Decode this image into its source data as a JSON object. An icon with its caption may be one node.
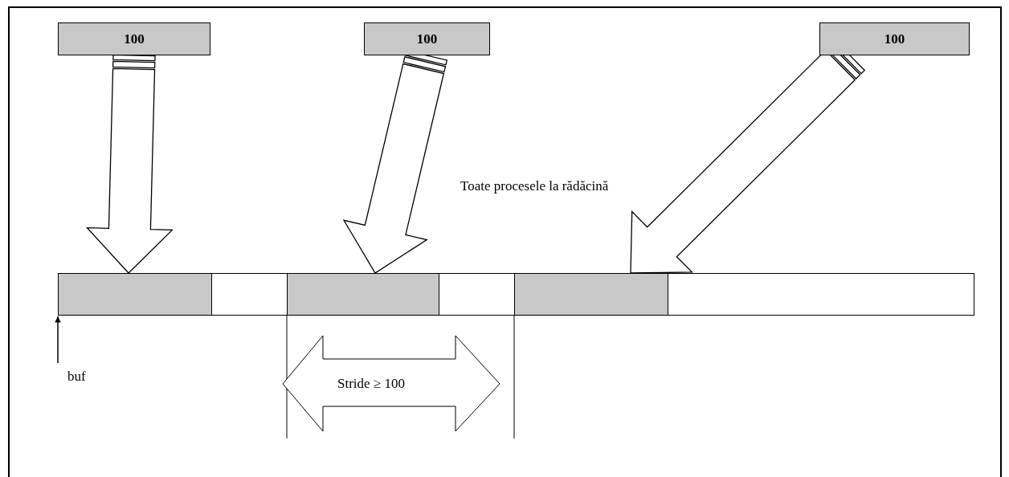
{
  "diagram": {
    "nodes": [
      {
        "text": [
          "100"
        ]
      },
      {
        "text": [
          "100"
        ]
      },
      {
        "text": [
          "100"
        ]
      },
      {
        "text": [],
        "shape": "box"
      },
      {
        "text": [],
        "shape": "box"
      },
      {
        "text": [],
        "shape": "box"
      },
      {
        "text": [],
        "shape": "box"
      },
      {
        "text": [],
        "shape": "box"
      },
      {
        "text": [],
        "shape": "box"
      },
      {
        "text": [
          "buf"
        ]
      }
    ],
    "edges": [
      {
        "from": 0,
        "to": 3,
        "arrow": "to",
        "style": "thick"
      },
      {
        "from": 1,
        "to": 5,
        "arrow": "to",
        "style": "thick"
      },
      {
        "from": 2,
        "to": 7,
        "arrow": "to",
        "style": "thick"
      },
      {
        "from": 9,
        "to": 3,
        "arrow": "to"
      }
    ],
    "labels": [
      "Toate procesele la rădăcină",
      "Stride ≥ 100"
    ]
  }
}
